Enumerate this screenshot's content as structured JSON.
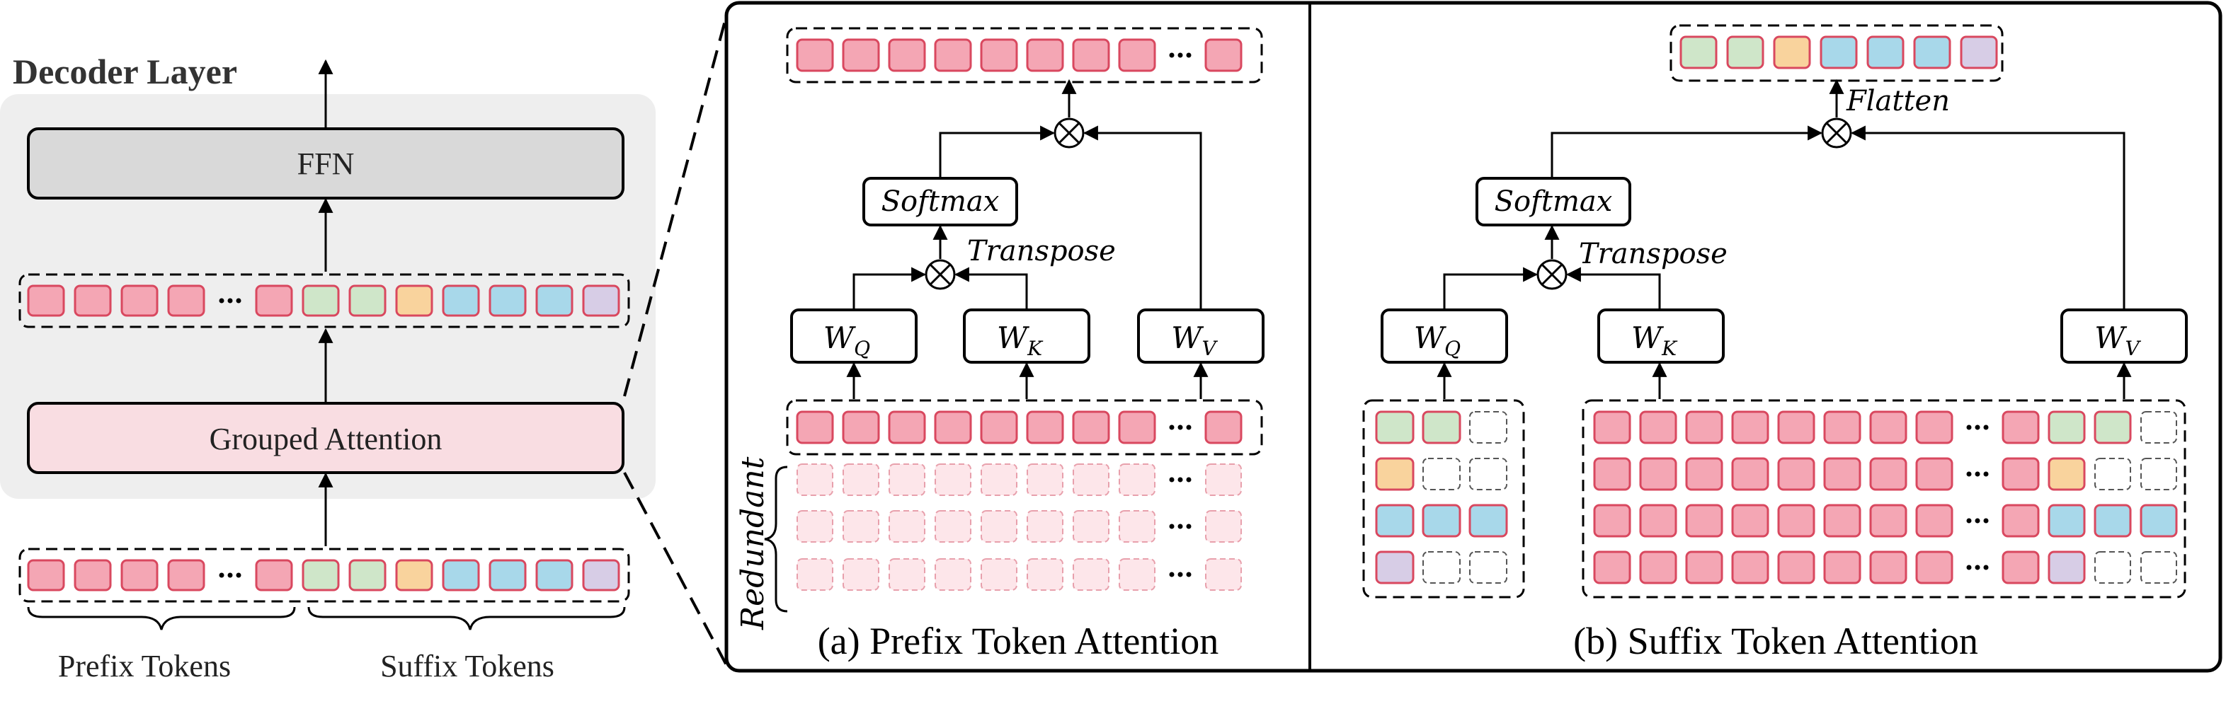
{
  "left": {
    "title": "Decoder Layer",
    "ffn_label": "FFN",
    "attention_label": "Grouped Attention",
    "prefix_label": "Prefix Tokens",
    "suffix_label": "Suffix Tokens"
  },
  "panel_a": {
    "caption": "(a) Prefix Token Attention",
    "softmax": "Softmax",
    "transpose": "Transpose",
    "redundant": "Redundant",
    "wq": "W",
    "wq_sub": "Q",
    "wk": "W",
    "wk_sub": "K",
    "wv": "W",
    "wv_sub": "V"
  },
  "panel_b": {
    "caption": "(b) Suffix Token Attention",
    "softmax": "Softmax",
    "transpose": "Transpose",
    "flatten": "Flatten",
    "wq": "W",
    "wq_sub": "Q",
    "wk": "W",
    "wk_sub": "K",
    "wv": "W",
    "wv_sub": "V"
  },
  "colors": {
    "pink": "#f4a6b4",
    "pink_light": "#fde6ea",
    "green": "#cfe6c9",
    "orange": "#f9d39d",
    "blue": "#a8d8ea",
    "purple": "#d7cde6",
    "gray_box": "#d9d9d9",
    "attn_box": "#f9dde2",
    "background_panel": "#eeeeee",
    "token_border": "#d9485f"
  }
}
